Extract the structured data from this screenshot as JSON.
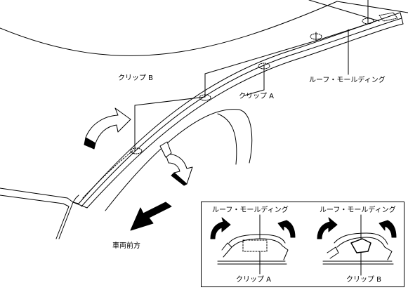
{
  "labels": {
    "clip_b": "クリップ B",
    "clip_a": "クリップ A",
    "roof_molding": "ルーフ・モールディング",
    "vehicle_front": "車両前方"
  },
  "inset": {
    "left": {
      "top_label": "ルーフ・モールディング",
      "bottom_label": "クリップ A"
    },
    "right": {
      "top_label": "ルーフ・モールディング",
      "bottom_label": "クリップ B"
    }
  },
  "colors": {
    "line": "#000000",
    "background": "#ffffff"
  }
}
